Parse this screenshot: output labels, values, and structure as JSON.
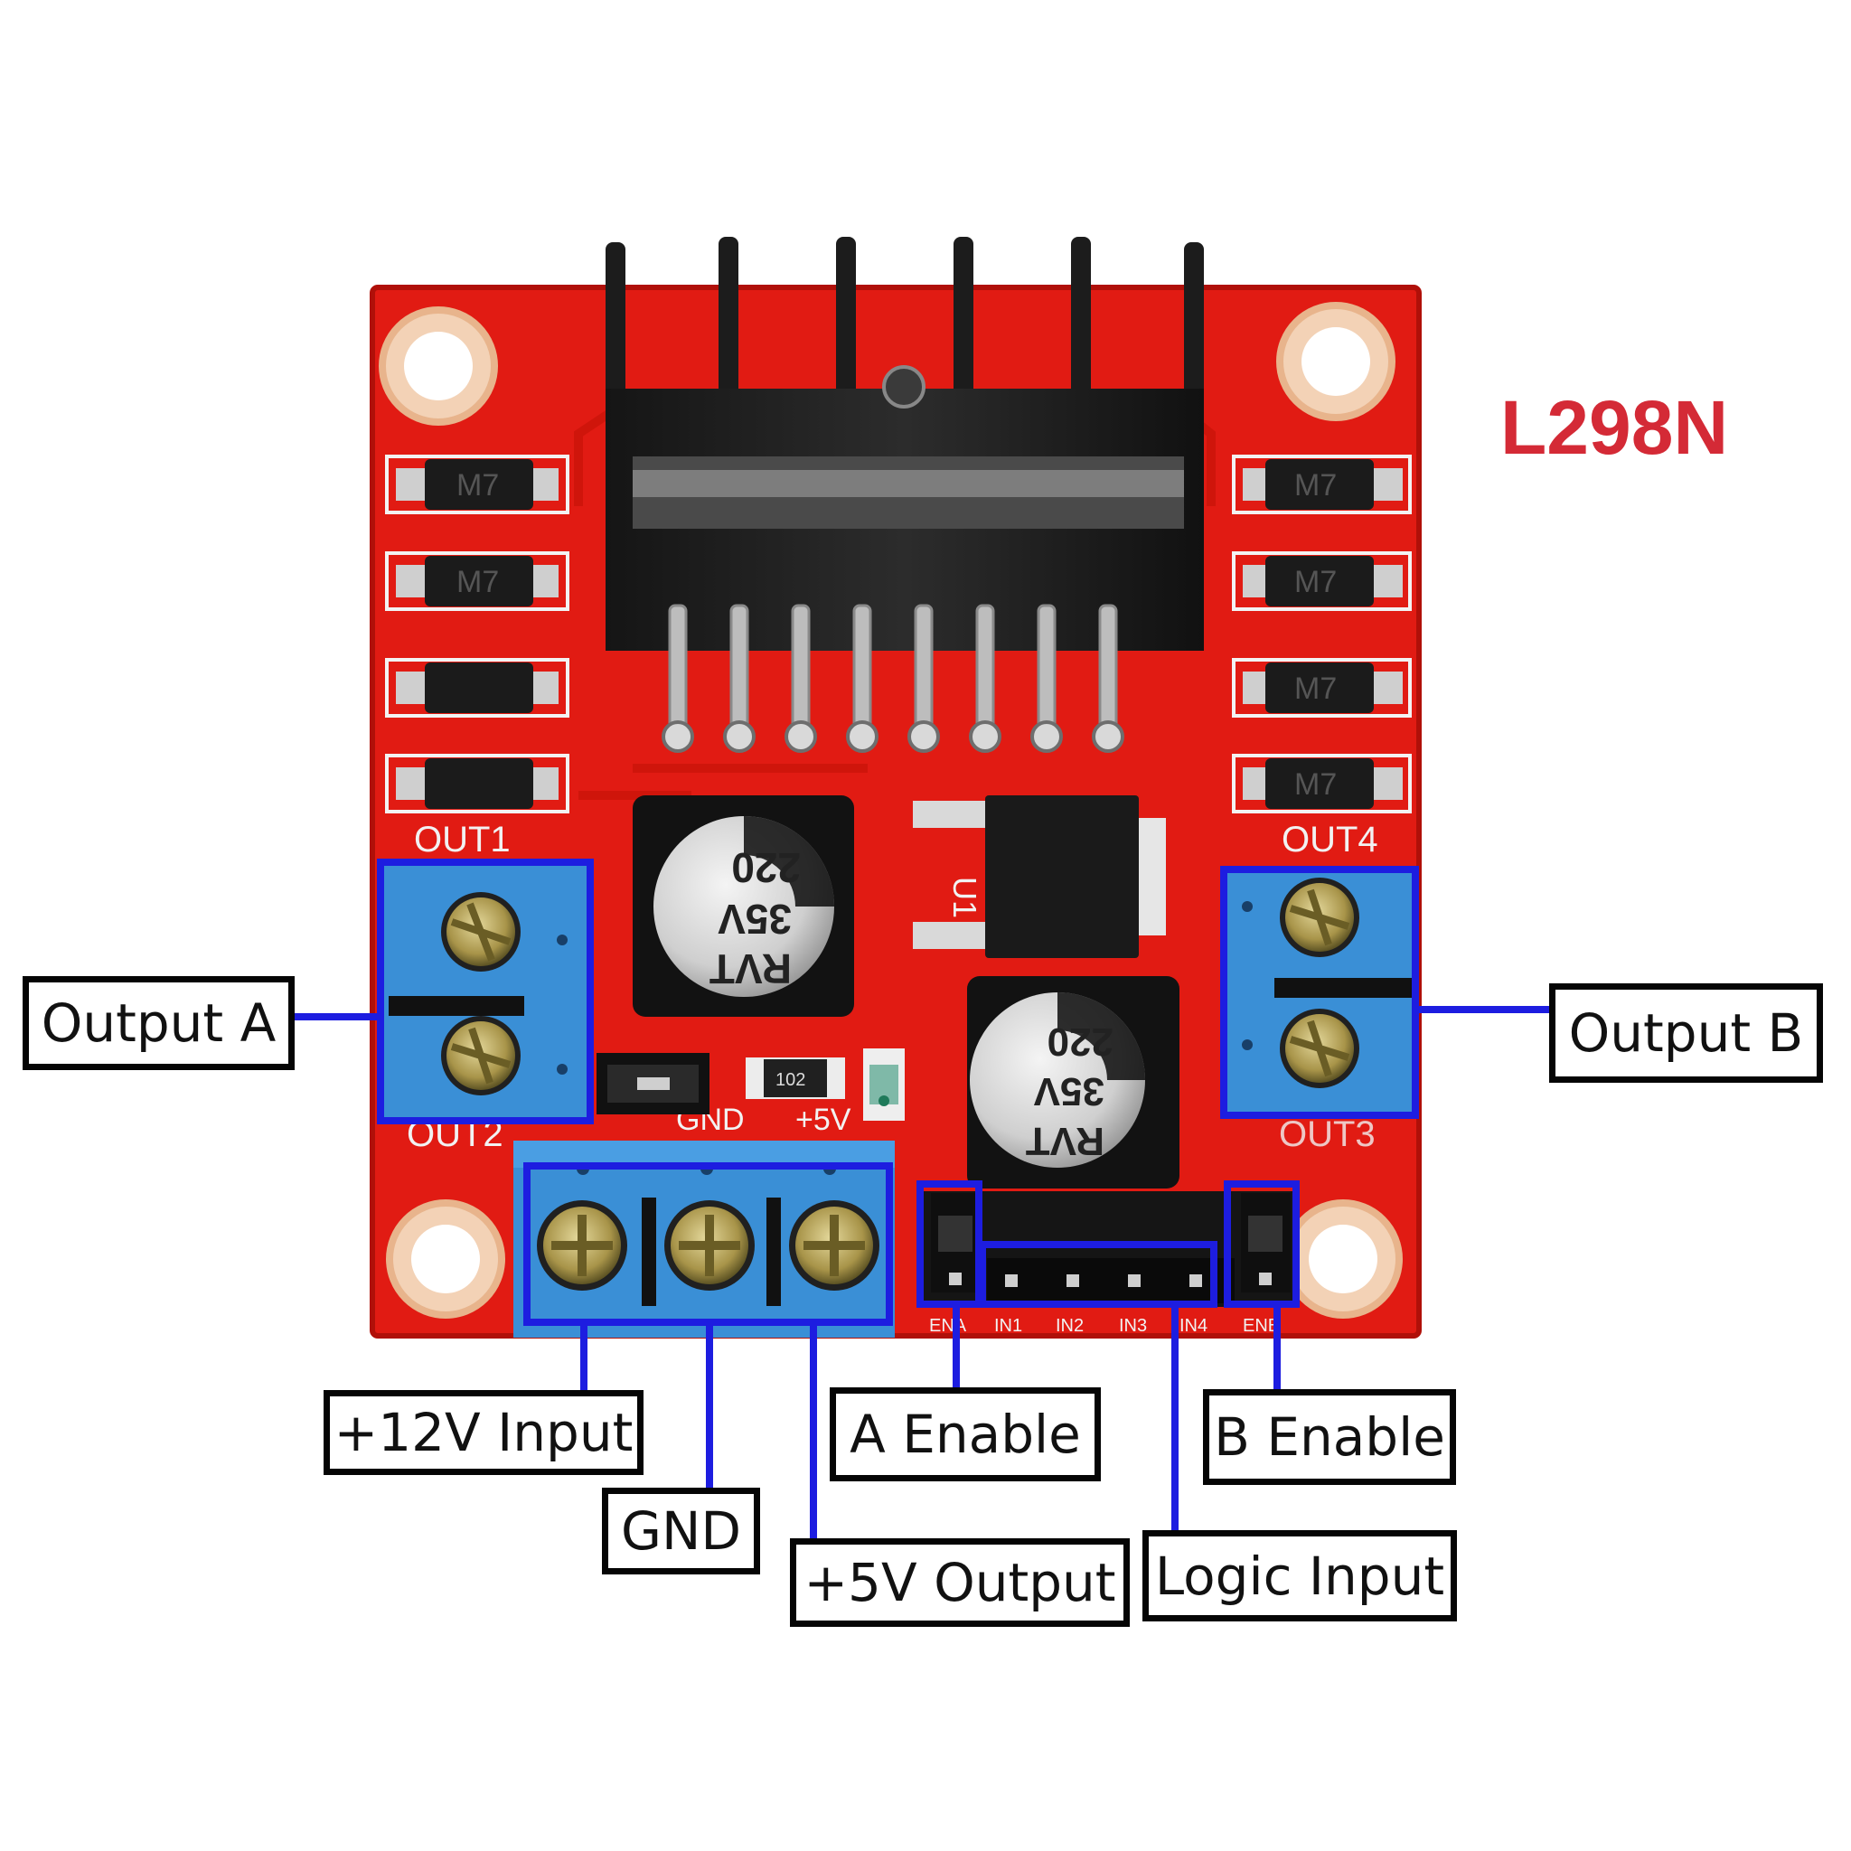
{
  "title": "L298N",
  "colors": {
    "pcb": "#e11b13",
    "terminal": "#3a8fd6",
    "highlight": "#1d1de0",
    "title": "#d42a36",
    "callout_border": "#050505"
  },
  "board": {
    "silkscreen": {
      "out1": "OUT1",
      "out2": "OUT2",
      "out3": "OUT3",
      "out4": "OUT4",
      "gnd": "GND",
      "plus5v": "+5V",
      "u1": "U1",
      "resistor": "102",
      "pins": [
        "ENA",
        "IN1",
        "IN2",
        "IN3",
        "IN4",
        "ENB"
      ]
    },
    "diode_marking": "M7",
    "capacitor": {
      "value": "220",
      "voltage": "35V",
      "brand": "RVT"
    }
  },
  "labels": {
    "output_a": "Output A",
    "output_b": "Output B",
    "input_12v": "+12V Input",
    "gnd": "GND",
    "output_5v": "+5V Output",
    "a_enable": "A Enable",
    "b_enable": "B Enable",
    "logic_input": "Logic Input"
  }
}
